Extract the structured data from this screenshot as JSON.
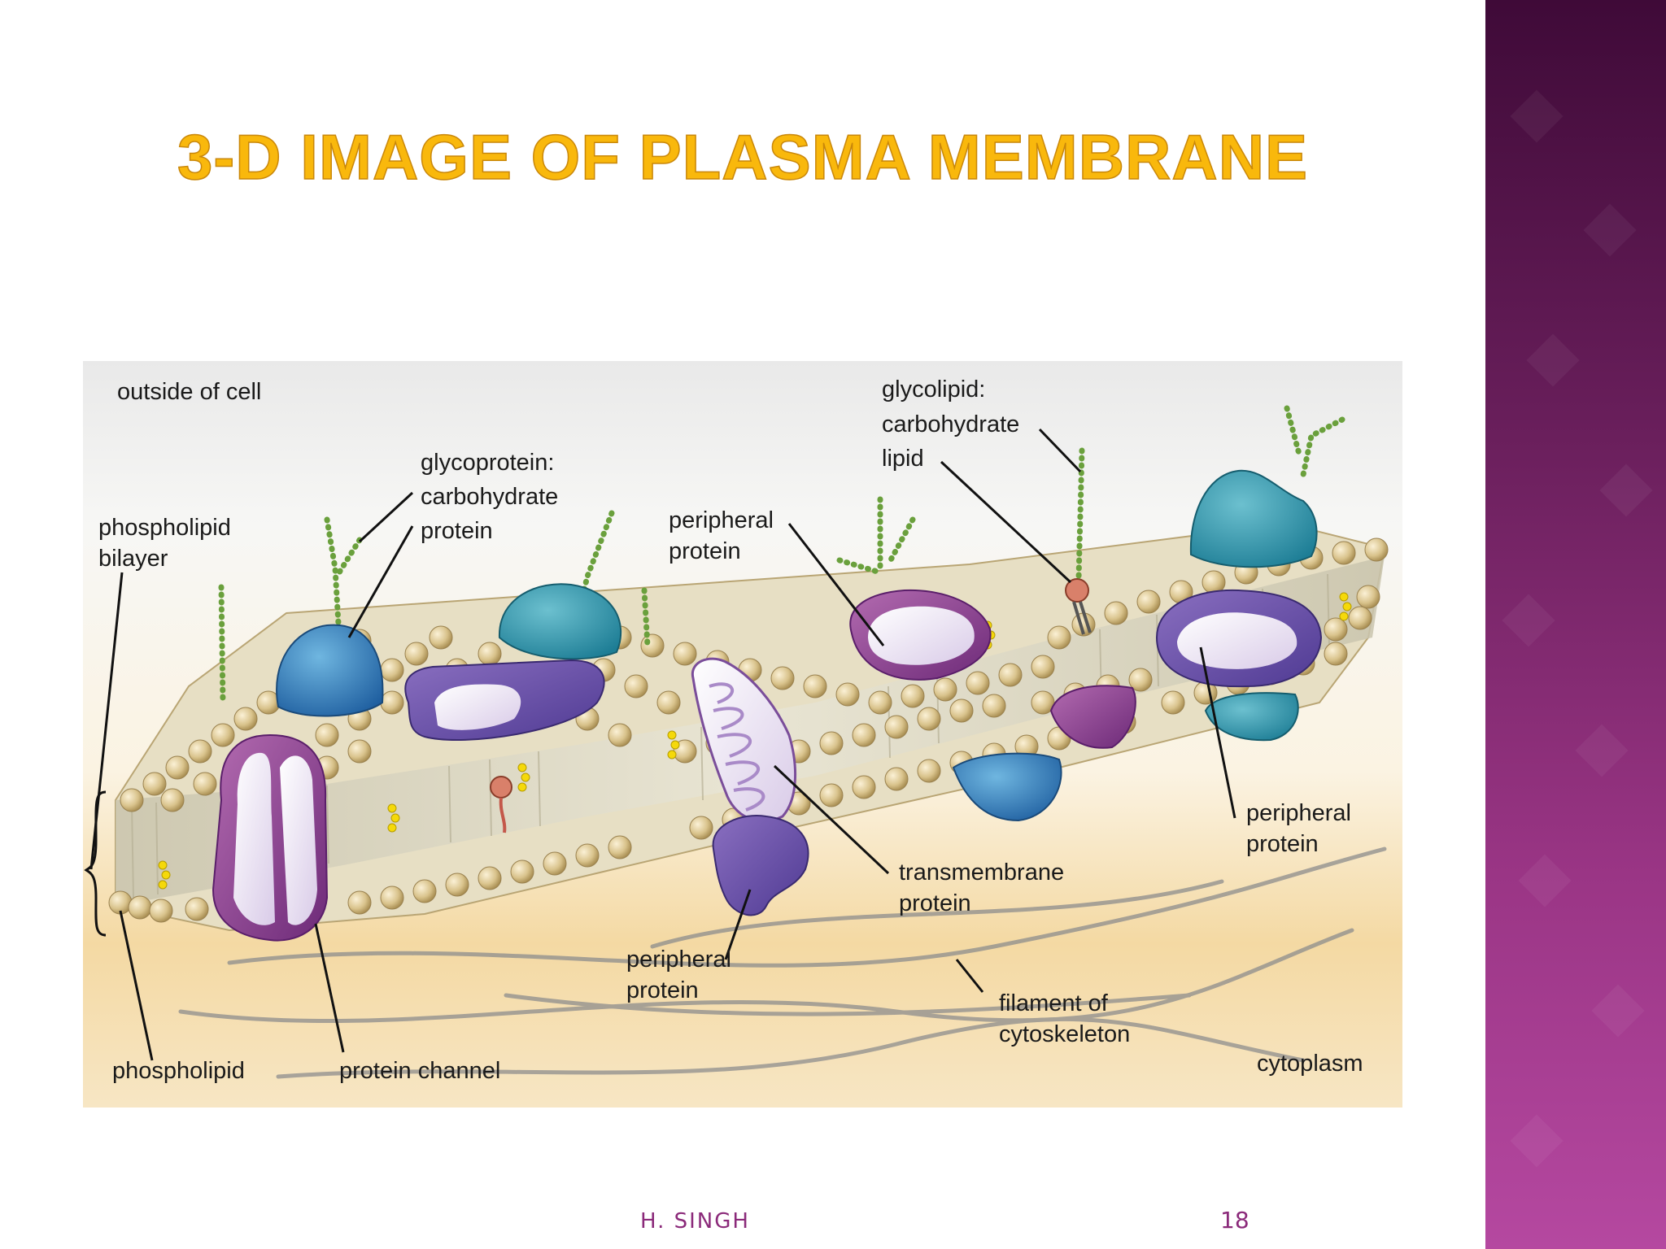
{
  "slide": {
    "title": "3-D IMAGE OF PLASMA MEMBRANE",
    "footer_author": "H. SINGH",
    "page_number": "18",
    "colors": {
      "title": "#f9b80c",
      "sidebar_top": "#3f0a38",
      "sidebar_bottom": "#b548a0",
      "footer": "#8b2a7a"
    }
  },
  "diagram": {
    "labels": {
      "outside_of_cell": "outside of cell",
      "phospholipid_bilayer_1": "phospholipid",
      "phospholipid_bilayer_2": "bilayer",
      "glycoprotein": "glycoprotein:",
      "glycoprotein_carbohydrate": "carbohydrate",
      "glycoprotein_protein": "protein",
      "peripheral_top_1": "peripheral",
      "peripheral_top_2": "protein",
      "glycolipid": "glycolipid:",
      "glycolipid_carbohydrate": "carbohydrate",
      "glycolipid_lipid": "lipid",
      "peripheral_right_1": "peripheral",
      "peripheral_right_2": "protein",
      "transmembrane_1": "transmembrane",
      "transmembrane_2": "protein",
      "peripheral_bottom_1": "peripheral",
      "peripheral_bottom_2": "protein",
      "filament_1": "filament of",
      "filament_2": "cytoskeleton",
      "cytoplasm": "cytoplasm",
      "phospholipid": "phospholipid",
      "protein_channel": "protein channel"
    }
  }
}
